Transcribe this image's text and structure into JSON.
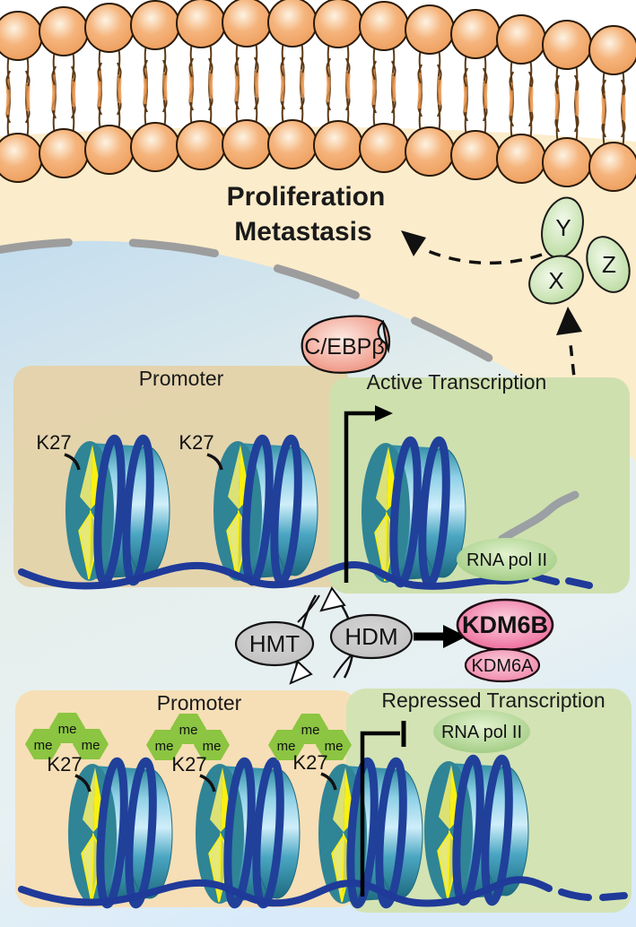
{
  "diagram": {
    "cell": {
      "proliferation": "Proliferation",
      "metastasis": "Metastasis"
    },
    "complex": {
      "y": "Y",
      "x": "X",
      "z": "Z"
    },
    "tf": {
      "cebpb": "C/EBPβ"
    },
    "active_region": {
      "promoter": "Promoter",
      "state": "Active Transcription",
      "rna_pol": "RNA pol II",
      "k27": "K27"
    },
    "repressed_region": {
      "promoter": "Promoter",
      "state": "Repressed Transcription",
      "rna_pol": "RNA pol II",
      "k27": "K27",
      "me": "me"
    },
    "enzymes": {
      "hmt": "HMT",
      "hdm": "HDM",
      "kdm6b": "KDM6B",
      "kdm6a": "KDM6A"
    }
  },
  "colors": {
    "membrane_head": "#f2a76a",
    "cytoplasm": "#fbeccb",
    "nucleus_blue": "#c3ddee",
    "envelope_gray": "#9d9d9d",
    "panel_tan_top": "#e4d2a9",
    "panel_tan_bottom": "#f6dfb6",
    "panel_green": "#cfe0af",
    "dna_blue": "#1f3a99",
    "nucleosome_face": "#2f8496",
    "bolt_yellow": "#f8f011",
    "me_hex_green": "#8bc541",
    "enzyme_gray": "#c6c6c6",
    "kdm_pink": "#ec5d92",
    "rna_pol_green": "#9cc97c",
    "complex_green": "#bfdfa2"
  }
}
